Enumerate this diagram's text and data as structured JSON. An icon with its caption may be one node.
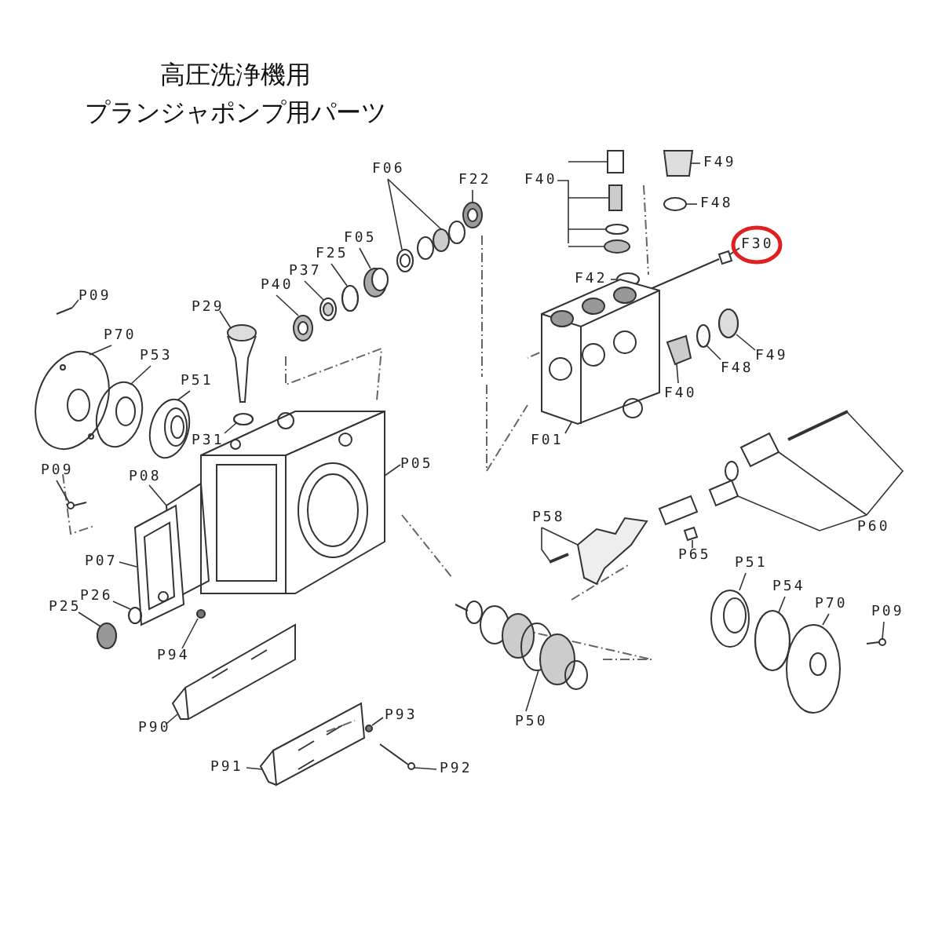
{
  "diagram": {
    "title": "高圧洗浄機用",
    "nodes": [
      {
        "text": [
          "F06"
        ]
      },
      {
        "text": [
          "F22"
        ]
      },
      {
        "text": [
          "F05"
        ]
      },
      {
        "text": [
          "F25"
        ]
      },
      {
        "text": [
          "P37"
        ]
      },
      {
        "text": [
          "P40"
        ]
      },
      {
        "text": [
          "P29"
        ]
      },
      {
        "text": [
          "P09"
        ]
      },
      {
        "text": [
          "P70"
        ]
      },
      {
        "text": [
          "P53"
        ]
      },
      {
        "text": [
          "P51"
        ]
      },
      {
        "text": [
          "P31"
        ]
      },
      {
        "text": [
          "P05"
        ]
      },
      {
        "text": [
          "P09"
        ]
      },
      {
        "text": [
          "P08"
        ]
      },
      {
        "text": [
          "P07"
        ]
      },
      {
        "text": [
          "P26"
        ]
      },
      {
        "text": [
          "P25"
        ]
      },
      {
        "text": [
          "P94"
        ]
      },
      {
        "text": [
          "P90"
        ]
      },
      {
        "text": [
          "P91"
        ]
      },
      {
        "text": [
          "P93"
        ]
      },
      {
        "text": [
          "P92"
        ]
      },
      {
        "text": [
          "P50"
        ]
      },
      {
        "text": [
          "P58"
        ]
      },
      {
        "text": [
          "P65"
        ]
      },
      {
        "text": [
          "P60"
        ]
      },
      {
        "text": [
          "P51"
        ]
      },
      {
        "text": [
          "P54"
        ]
      },
      {
        "text": [
          "P70"
        ]
      },
      {
        "text": [
          "P09"
        ]
      },
      {
        "text": [
          "F40"
        ]
      },
      {
        "text": [
          "F42"
        ]
      },
      {
        "text": [
          "F49"
        ]
      },
      {
        "text": [
          "F48"
        ]
      },
      {
        "text": [
          "F30"
        ]
      },
      {
        "text": [
          "F49"
        ]
      },
      {
        "text": [
          "F48"
        ]
      },
      {
        "text": [
          "F40"
        ]
      },
      {
        "text": [
          "F01"
        ]
      },
      {
        "text": [],
        "shape": "picture"
      },
      {
        "text": [],
        "shape": "picture"
      },
      {
        "text": [],
        "shape": "picture"
      },
      {
        "text": [],
        "shape": "circle"
      },
      {
        "text": [],
        "shape": "picture"
      },
      {
        "text": [],
        "shape": "picture"
      },
      {
        "text": [],
        "shape": "picture"
      },
      {
        "text": [],
        "shape": "picture"
      },
      {
        "text": [],
        "shape": "picture"
      },
      {
        "text": [],
        "shape": "picture"
      },
      {
        "text": [],
        "shape": "picture"
      },
      {
        "text": [],
        "shape": "circle"
      },
      {
        "text": [],
        "shape": "picture"
      },
      {
        "text": [],
        "shape": "picture"
      },
      {
        "text": [],
        "shape": "picture"
      },
      {
        "text": [],
        "shape": "picture"
      },
      {
        "text": [],
        "shape": "circle"
      },
      {
        "text": [],
        "shape": "circle"
      },
      {
        "text": [],
        "shape": "circle"
      },
      {
        "text": [],
        "shape": "picture"
      },
      {
        "text": [],
        "shape": "picture"
      },
      {
        "text": [],
        "shape": "circle"
      },
      {
        "text": [],
        "shape": "picture"
      },
      {
        "text": [],
        "shape": "picture"
      },
      {
        "text": [],
        "shape": "picture"
      },
      {
        "text": [],
        "shape": "picture"
      },
      {
        "text": [],
        "shape": "picture"
      },
      {
        "text": [],
        "shape": "picture"
      },
      {
        "text": [],
        "shape": "circle"
      },
      {
        "text": [],
        "shape": "picture"
      },
      {
        "text": [],
        "shape": "picture"
      },
      {
        "text": [],
        "shape": "picture"
      },
      {
        "text": [],
        "shape": "circle"
      },
      {
        "text": [],
        "shape": "picture"
      },
      {
        "text": [],
        "shape": "picture"
      },
      {
        "text": [],
        "shape": "picture"
      },
      {
        "text": [],
        "shape": "circle"
      },
      {
        "text": [],
        "shape": "circle"
      },
      {
        "text": [],
        "shape": "picture"
      },
      {
        "text": [],
        "shape": "picture"
      }
    ],
    "edges": [
      {
        "from": 0,
        "to": 40,
        "arrow": "none"
      },
      {
        "from": 1,
        "to": 41,
        "arrow": "none"
      },
      {
        "from": 2,
        "to": 42,
        "arrow": "none"
      },
      {
        "from": 3,
        "to": 43,
        "arrow": "none"
      },
      {
        "from": 4,
        "to": 44,
        "arrow": "none"
      },
      {
        "from": 5,
        "to": 45,
        "arrow": "none"
      },
      {
        "from": 6,
        "to": 46,
        "arrow": "none"
      },
      {
        "from": 7,
        "to": 47,
        "arrow": "none"
      },
      {
        "from": 8,
        "to": 48,
        "arrow": "none"
      },
      {
        "from": 9,
        "to": 49,
        "arrow": "none"
      },
      {
        "from": 10,
        "to": 50,
        "arrow": "none"
      },
      {
        "from": 11,
        "to": 51,
        "arrow": "none"
      },
      {
        "from": 12,
        "to": 52,
        "arrow": "none"
      },
      {
        "from": 13,
        "to": 53,
        "arrow": "none"
      },
      {
        "from": 14,
        "to": 54,
        "arrow": "none"
      },
      {
        "from": 15,
        "to": 55,
        "arrow": "none"
      },
      {
        "from": 16,
        "to": 56,
        "arrow": "none"
      },
      {
        "from": 17,
        "to": 57,
        "arrow": "none"
      },
      {
        "from": 18,
        "to": 58,
        "arrow": "none"
      },
      {
        "from": 19,
        "to": 59,
        "arrow": "none"
      },
      {
        "from": 20,
        "to": 60,
        "arrow": "none"
      },
      {
        "from": 21,
        "to": 61,
        "arrow": "none"
      },
      {
        "from": 22,
        "to": 62,
        "arrow": "none"
      },
      {
        "from": 23,
        "to": 63,
        "arrow": "none"
      },
      {
        "from": 24,
        "to": 64,
        "arrow": "none"
      },
      {
        "from": 25,
        "to": 65,
        "arrow": "none"
      },
      {
        "from": 26,
        "to": 66,
        "arrow": "none"
      },
      {
        "from": 27,
        "to": 67,
        "arrow": "none"
      },
      {
        "from": 28,
        "to": 68,
        "arrow": "none"
      },
      {
        "from": 29,
        "to": 69,
        "arrow": "none"
      },
      {
        "from": 30,
        "to": 70,
        "arrow": "none"
      },
      {
        "from": 31,
        "to": 71,
        "arrow": "none"
      },
      {
        "from": 32,
        "to": 72,
        "arrow": "none"
      },
      {
        "from": 33,
        "to": 73,
        "arrow": "none"
      },
      {
        "from": 34,
        "to": 74,
        "arrow": "none"
      },
      {
        "from": 35,
        "to": 75,
        "arrow": "none"
      },
      {
        "from": 36,
        "to": 76,
        "arrow": "none"
      },
      {
        "from": 37,
        "to": 77,
        "arrow": "none"
      },
      {
        "from": 38,
        "to": 78,
        "arrow": "none"
      },
      {
        "from": 39,
        "to": 79,
        "arrow": "none"
      }
    ],
    "labels": [
      "プランジャポンプ用パーツ"
    ]
  }
}
